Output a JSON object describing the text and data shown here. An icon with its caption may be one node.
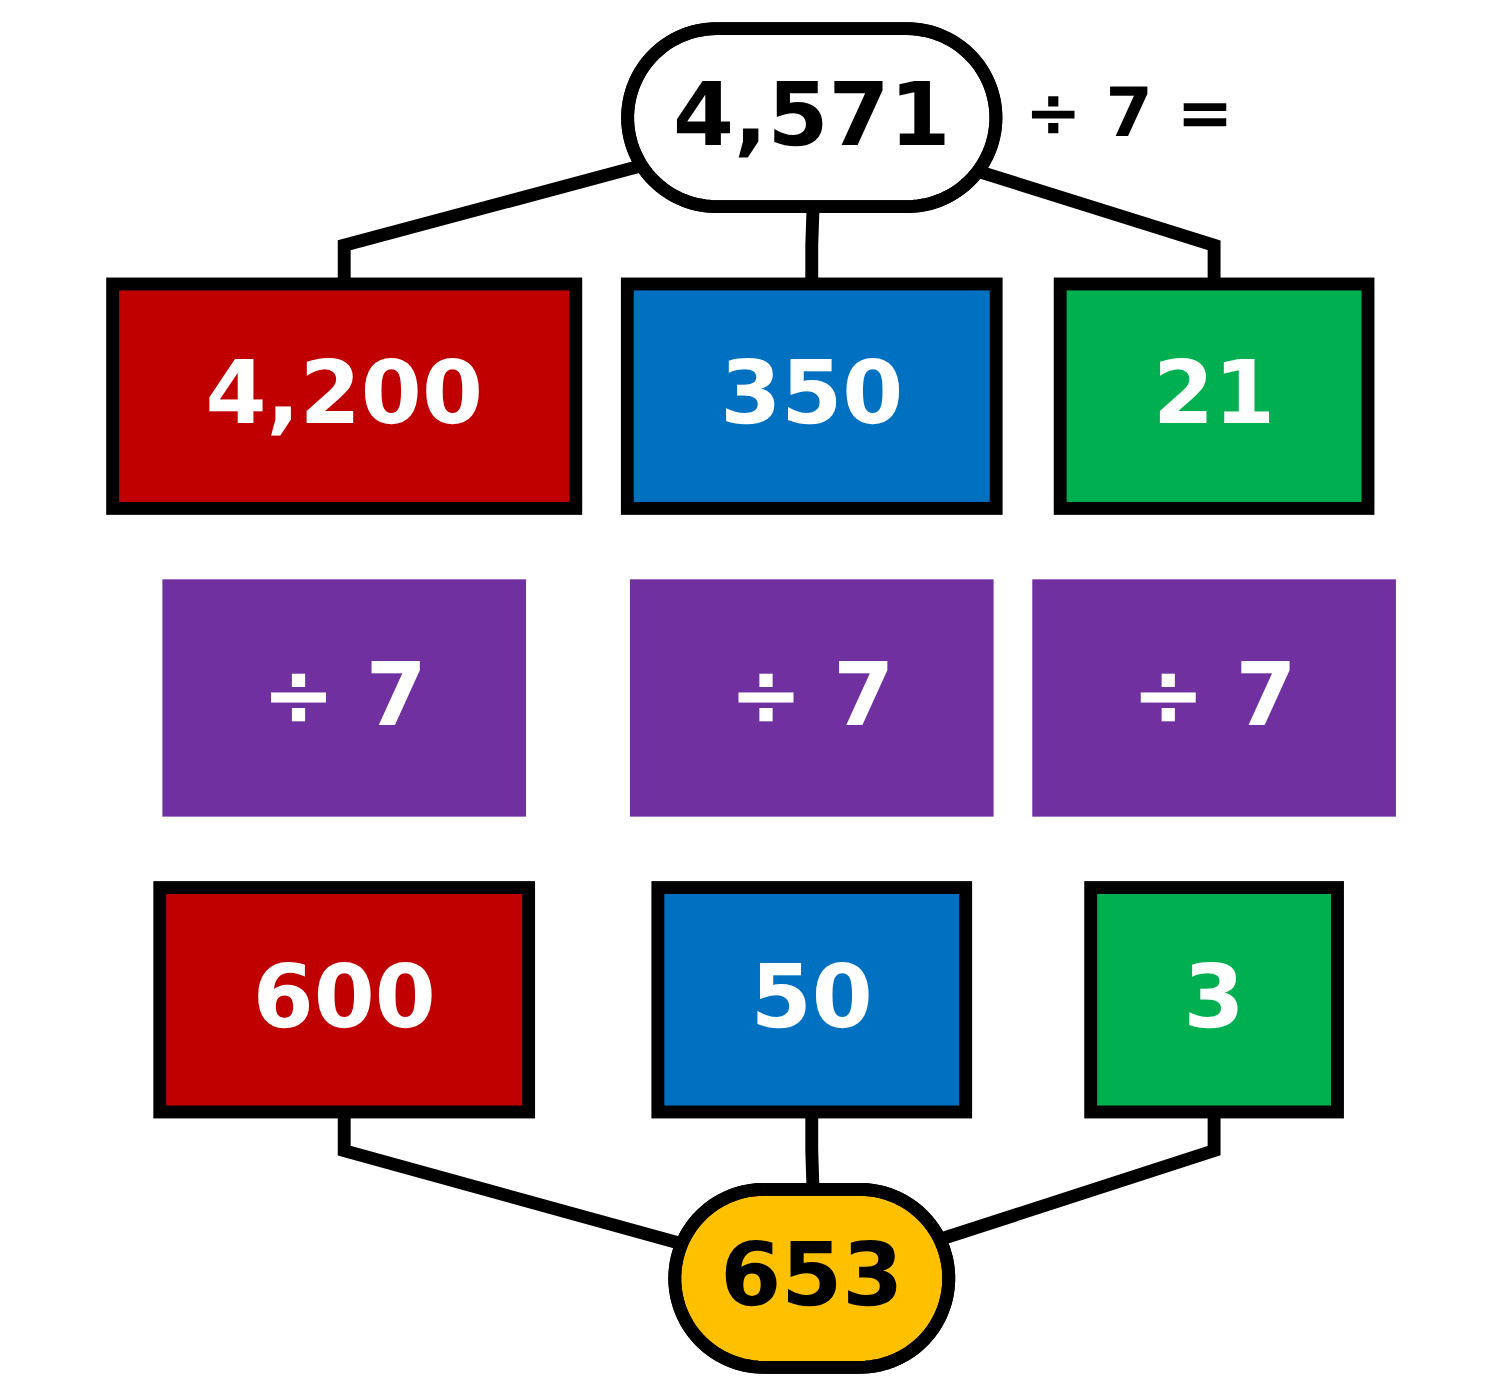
{
  "diagram": {
    "nodes": [
      {
        "text": [
          "4,571"
        ],
        "beside": [
          "÷ 7 ="
        ]
      },
      {
        "text": [
          "4,200"
        ]
      },
      {
        "text": [
          "350"
        ]
      },
      {
        "text": [
          "21"
        ]
      },
      {
        "text": [
          "÷ 7"
        ]
      },
      {
        "text": [
          "÷ 7"
        ]
      },
      {
        "text": [
          "÷ 7"
        ]
      },
      {
        "text": [
          "600"
        ]
      },
      {
        "text": [
          "50"
        ]
      },
      {
        "text": [
          "3"
        ]
      },
      {
        "text": [
          "653"
        ]
      }
    ],
    "edges": [
      {
        "from": 0,
        "to": 1,
        "arrow": "none"
      },
      {
        "from": 0,
        "to": 2,
        "arrow": "none"
      },
      {
        "from": 0,
        "to": 3,
        "arrow": "none"
      },
      {
        "from": 7,
        "to": 10,
        "arrow": "none"
      },
      {
        "from": 8,
        "to": 10,
        "arrow": "none"
      },
      {
        "from": 9,
        "to": 10,
        "arrow": "none"
      }
    ]
  }
}
